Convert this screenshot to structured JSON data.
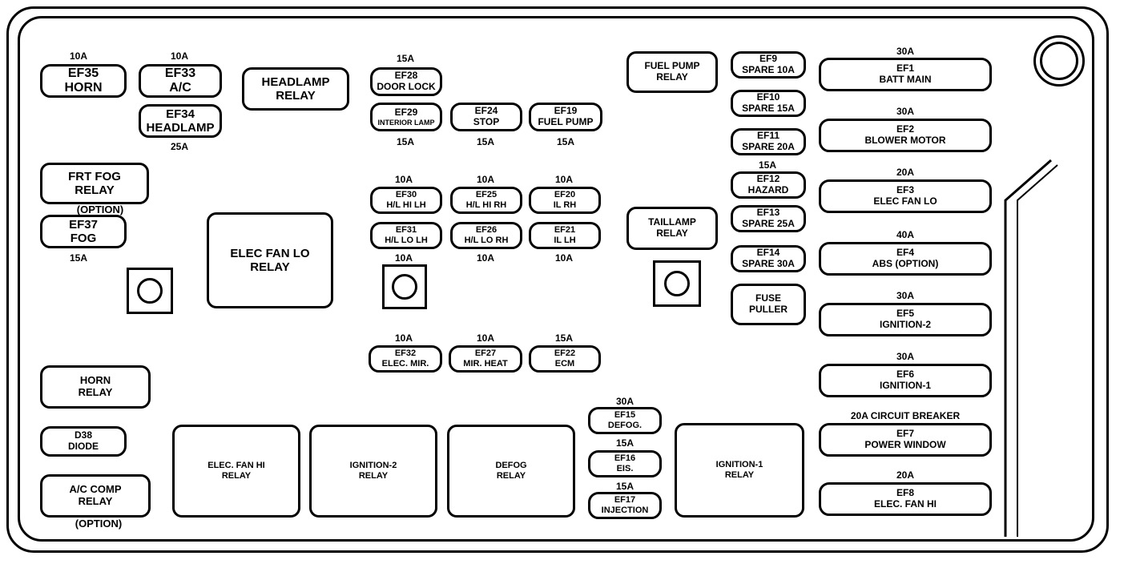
{
  "fuses": {
    "ef35": {
      "name": "EF35",
      "desc": "HORN",
      "amp": "10A"
    },
    "ef33": {
      "name": "EF33",
      "desc": "A/C",
      "amp": "10A"
    },
    "ef34": {
      "name": "EF34",
      "desc": "HEADLAMP",
      "amp": "25A"
    },
    "ef37": {
      "name": "EF37",
      "desc": "FOG",
      "amp": "15A"
    },
    "ef28": {
      "name": "EF28",
      "desc": "DOOR LOCK",
      "amp": "15A"
    },
    "ef29": {
      "name": "EF29",
      "desc": "INTERIOR LAMP",
      "amp": "15A"
    },
    "ef24": {
      "name": "EF24",
      "desc": "STOP",
      "amp": "15A"
    },
    "ef19": {
      "name": "EF19",
      "desc": "FUEL PUMP",
      "amp": "15A"
    },
    "ef30": {
      "name": "EF30",
      "desc": "H/L HI LH",
      "amp": "10A"
    },
    "ef25": {
      "name": "EF25",
      "desc": "H/L HI RH",
      "amp": "10A"
    },
    "ef20": {
      "name": "EF20",
      "desc": "IL RH",
      "amp": "10A"
    },
    "ef31": {
      "name": "EF31",
      "desc": "H/L LO LH",
      "amp": "10A"
    },
    "ef26": {
      "name": "EF26",
      "desc": "H/L LO RH",
      "amp": "10A"
    },
    "ef21": {
      "name": "EF21",
      "desc": "IL LH",
      "amp": "10A"
    },
    "ef32": {
      "name": "EF32",
      "desc": "ELEC. MIR.",
      "amp": "10A"
    },
    "ef27": {
      "name": "EF27",
      "desc": "MIR. HEAT",
      "amp": "10A"
    },
    "ef22": {
      "name": "EF22",
      "desc": "ECM",
      "amp": "15A"
    },
    "ef9": {
      "name": "EF9",
      "desc": "SPARE 10A"
    },
    "ef10": {
      "name": "EF10",
      "desc": "SPARE 15A"
    },
    "ef11": {
      "name": "EF11",
      "desc": "SPARE 20A"
    },
    "ef12": {
      "name": "EF12",
      "desc": "HAZARD",
      "amp": "15A"
    },
    "ef13": {
      "name": "EF13",
      "desc": "SPARE 25A"
    },
    "ef14": {
      "name": "EF14",
      "desc": "SPARE 30A"
    },
    "ef15": {
      "name": "EF15",
      "desc": "DEFOG.",
      "amp": "30A"
    },
    "ef16": {
      "name": "EF16",
      "desc": "EIS.",
      "amp": "15A"
    },
    "ef17": {
      "name": "EF17",
      "desc": "INJECTION",
      "amp": "15A"
    },
    "ef1": {
      "name": "EF1",
      "desc": "BATT MAIN",
      "amp": "30A"
    },
    "ef2": {
      "name": "EF2",
      "desc": "BLOWER MOTOR",
      "amp": "30A"
    },
    "ef3": {
      "name": "EF3",
      "desc": "ELEC FAN LO",
      "amp": "20A"
    },
    "ef4": {
      "name": "EF4",
      "desc": "ABS (OPTION)",
      "amp": "40A"
    },
    "ef5": {
      "name": "EF5",
      "desc": "IGNITION-2",
      "amp": "30A"
    },
    "ef6": {
      "name": "EF6",
      "desc": "IGNITION-1",
      "amp": "30A"
    },
    "ef7": {
      "name": "EF7",
      "desc": "POWER WINDOW",
      "amp": "20A CIRCUIT BREAKER"
    },
    "ef8": {
      "name": "EF8",
      "desc": "ELEC. FAN HI",
      "amp": "20A"
    }
  },
  "relays": {
    "headlamp": {
      "line1": "HEADLAMP",
      "line2": "RELAY"
    },
    "fuel_pump": {
      "line1": "FUEL PUMP",
      "line2": "RELAY"
    },
    "frt_fog": {
      "line1": "FRT FOG",
      "line2": "RELAY",
      "note": "(OPTION)"
    },
    "elec_fan_lo": {
      "line1": "ELEC FAN LO",
      "line2": "RELAY"
    },
    "taillamp": {
      "line1": "TAILLAMP",
      "line2": "RELAY"
    },
    "horn": {
      "line1": "HORN",
      "line2": "RELAY"
    },
    "ac_comp": {
      "line1": "A/C COMP",
      "line2": "RELAY",
      "note": "(OPTION)"
    },
    "elec_fan_hi": {
      "line1": "ELEC. FAN HI",
      "line2": "RELAY"
    },
    "ignition2": {
      "line1": "IGNITION-2",
      "line2": "RELAY"
    },
    "defog": {
      "line1": "DEFOG",
      "line2": "RELAY"
    },
    "ignition1": {
      "line1": "IGNITION-1",
      "line2": "RELAY"
    }
  },
  "diode": {
    "line1": "D38",
    "line2": "DIODE"
  },
  "fuse_puller": {
    "line1": "FUSE",
    "line2": "PULLER"
  }
}
